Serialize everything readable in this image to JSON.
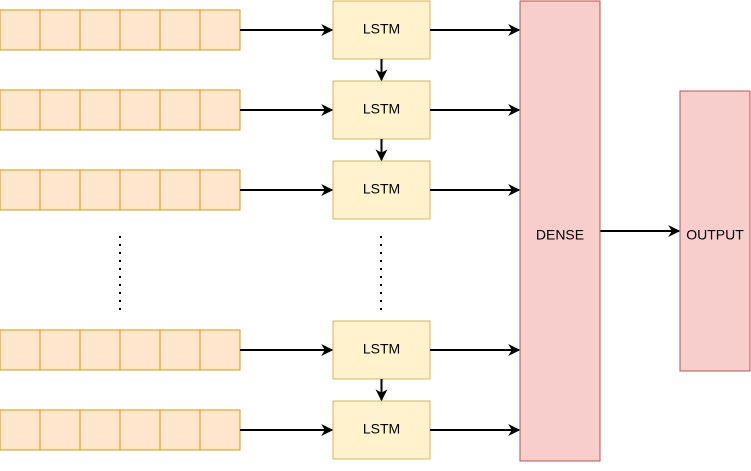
{
  "colors": {
    "cell_fill": "#ffe6cc",
    "cell_stroke": "#d79b00",
    "lstm_fill": "#fff2cc",
    "lstm_stroke": "#d6b656",
    "dense_fill": "#f8cecc",
    "dense_stroke": "#b85450",
    "edge": "#000000"
  },
  "rows": [
    {
      "cells": 6,
      "lstm_label": "LSTM"
    },
    {
      "cells": 6,
      "lstm_label": "LSTM"
    },
    {
      "cells": 6,
      "lstm_label": "LSTM"
    },
    {
      "cells": 6,
      "lstm_label": "LSTM"
    },
    {
      "cells": 6,
      "lstm_label": "LSTM"
    }
  ],
  "dense": {
    "label": "DENSE"
  },
  "output": {
    "label": "OUTPUT"
  }
}
